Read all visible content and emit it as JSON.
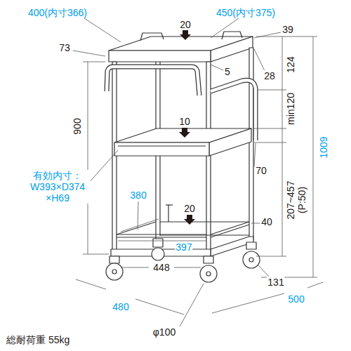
{
  "diagram": {
    "labels": [
      "400(内寸366)",
      "450(内寸375)",
      "20",
      "39",
      "73",
      "28",
      "124",
      "5",
      "900",
      "min120",
      "1009",
      "10",
      "70",
      "207~457 (P:50)",
      "有効内寸： W393×D374 ×H69",
      "380",
      "20",
      "40",
      "397",
      "448",
      "131",
      "480",
      "500",
      "φ100",
      "総耐荷重 55kg"
    ]
  }
}
